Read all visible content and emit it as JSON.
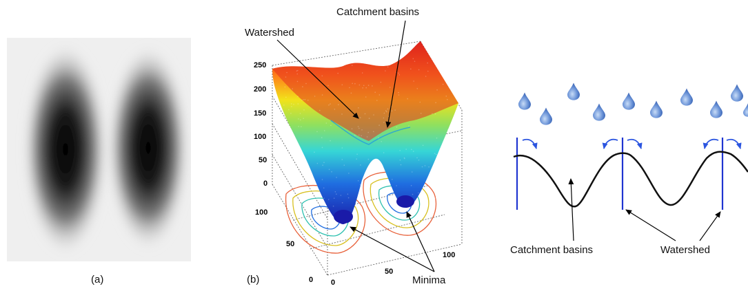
{
  "panel_a": {
    "caption": "(a)"
  },
  "panel_b": {
    "caption": "(b)",
    "labels": {
      "watershed": "Watershed",
      "catchment": "Catchment basins",
      "minima": "Minima"
    },
    "z_ticks": [
      "250",
      "200",
      "150",
      "100",
      "50",
      "0"
    ],
    "y_ticks": [
      "100",
      "50",
      "0"
    ],
    "x_ticks": [
      "0",
      "50",
      "100"
    ]
  },
  "panel_c": {
    "labels": {
      "catchment": "Catchment basins",
      "watershed": "Watershed"
    },
    "drop_count": 10
  },
  "colors": {
    "divider": "#1f35d1",
    "drop": "#4f7fd0",
    "arrow_blue": "#2b55e0"
  }
}
